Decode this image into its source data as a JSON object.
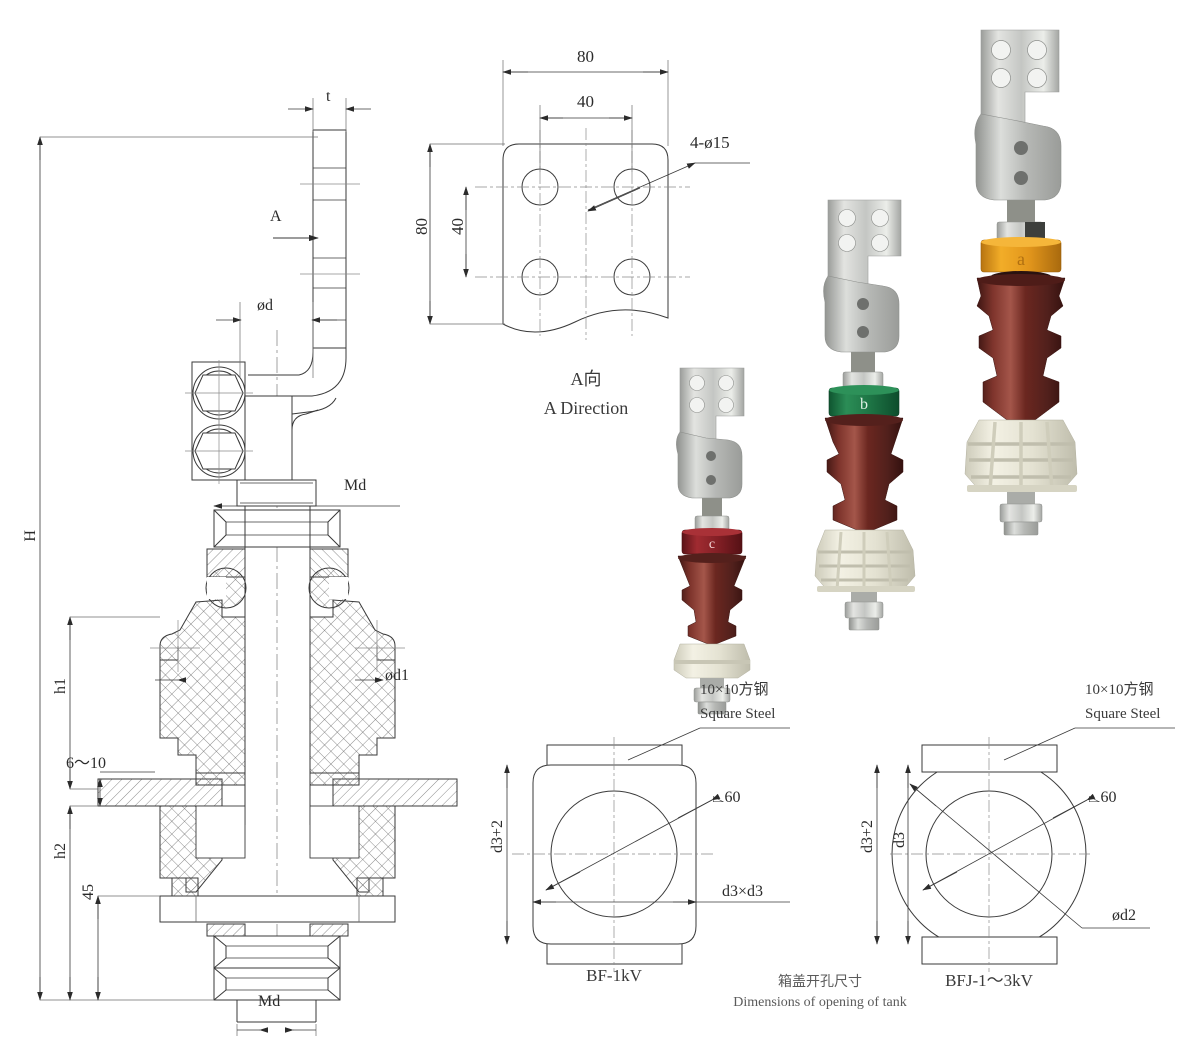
{
  "drawing": {
    "title": "Bushing insulator assembly technical drawing",
    "type": "engineering-drawing"
  },
  "main_view": {
    "name": "Main sectional view",
    "labels": {
      "t": "t",
      "A": "A",
      "phi_d": "ød",
      "Md_top": "Md",
      "Md_bottom": "Md",
      "H": "H",
      "h1": "h1",
      "h2": "h2",
      "dim45": "45",
      "gap": "6～10",
      "phi_d1": "ød1"
    }
  },
  "a_direction_view": {
    "name": "A Direction view of mounting plate",
    "dim_width": "80",
    "dim_width_inner": "40",
    "dim_height": "80",
    "dim_height_inner": "40",
    "holes_note": "4-ø15",
    "caption_cn": "A向",
    "caption_en": "A Direction"
  },
  "photos": [
    {
      "name": "insulator-small",
      "ring_label": "c",
      "ring_color": "#8C2327",
      "porcelain_color": "#6B2A28",
      "base_color": "#E6E4D4",
      "metal_color": "#C9CBC8"
    },
    {
      "name": "insulator-medium",
      "ring_label": "b",
      "ring_color": "#1E7A47",
      "porcelain_color": "#5E231F",
      "base_color": "#EDEBDC",
      "metal_color": "#C9CBC8"
    },
    {
      "name": "insulator-large",
      "ring_label": "a",
      "ring_color": "#E8A020",
      "porcelain_color": "#5E231F",
      "base_color": "#EDEBDC",
      "metal_color": "#C9CBC8"
    }
  ],
  "tank_opening": {
    "caption_cn": "箱盖开孔尺寸",
    "caption_en": "Dimensions of opening of tank",
    "views": [
      {
        "name": "BF-1kV opening",
        "title": "BF-1kV",
        "square_steel_cn": "10×10方钢",
        "square_steel_en": "Square Steel",
        "bore": "⌳60",
        "dim_vertical": "d3+2",
        "dim_horizontal": "d3×d3"
      },
      {
        "name": "BFJ-1~3kV opening",
        "title": "BFJ-1～3kV",
        "square_steel_cn": "10×10方钢",
        "square_steel_en": "Square Steel",
        "bore": "⌳60",
        "dim_vertical_outer": "d3+2",
        "dim_vertical_inner": "d3",
        "dim_circle": "ød2"
      }
    ]
  },
  "colors": {
    "line": "#3a3a3a",
    "thin": "#6b6b6b",
    "center": "#8a8a8a",
    "text": "#2b2b2b"
  }
}
